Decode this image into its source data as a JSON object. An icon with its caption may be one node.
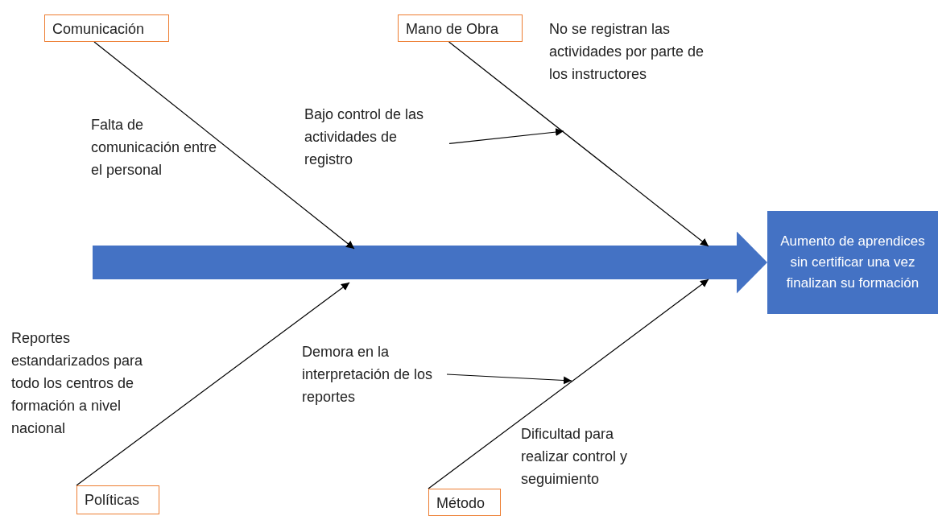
{
  "diagram": {
    "nodes": [
      {
        "text": [
          "Comunicación"
        ]
      },
      {
        "text": [
          "Mano de Obra"
        ]
      },
      {
        "text": [
          "Políticas"
        ]
      },
      {
        "text": [
          "Método"
        ]
      },
      {
        "text": [
          "Aumento de aprendices sin certificar una vez finalizan su formación"
        ]
      },
      {
        "text": [
          "Bajo control de las actividades de registro"
        ]
      },
      {
        "text": [
          "Demora en la interpretación de los reportes"
        ]
      }
    ],
    "edges": [
      {
        "from": null,
        "to": 4,
        "arrow": "to",
        "style": "thick",
        "color": "#4472c4"
      },
      {
        "from": 0,
        "to": null,
        "arrow": "to"
      },
      {
        "from": 1,
        "to": null,
        "arrow": "to"
      },
      {
        "from": 2,
        "to": null,
        "arrow": "to"
      },
      {
        "from": 3,
        "to": null,
        "arrow": "to"
      },
      {
        "from": 5,
        "to": null,
        "arrow": "to"
      },
      {
        "from": 6,
        "to": null,
        "arrow": "to"
      }
    ],
    "labels": [
      "No se registran las actividades por parte de los instructores",
      "Falta de comunicación entre el personal",
      "Reportes estandarizados para todo los centros de formación a nivel nacional",
      "Dificultad para realizar control y seguimiento"
    ]
  }
}
